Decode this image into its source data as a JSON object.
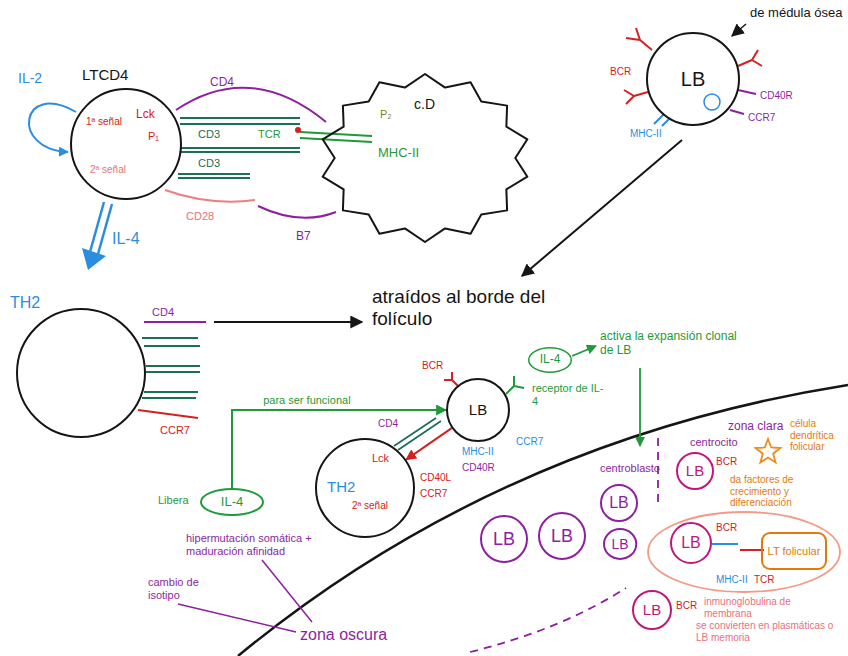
{
  "diagram": {
    "nodes": [
      {
        "text": [
          "LTCD4",
          "1ª señal",
          "Lck",
          "2ª señal"
        ]
      },
      {
        "text": [
          "c.D"
        ]
      },
      {
        "text": [
          "LB"
        ]
      },
      {
        "text": [
          "TH2"
        ]
      },
      {
        "text": [
          "TH2"
        ]
      },
      {
        "text": [
          "LB"
        ]
      },
      {
        "text": [
          "Libera",
          "IL-4"
        ]
      },
      {
        "text": [
          "IL-4"
        ]
      },
      {
        "text": [
          "LB"
        ]
      },
      {
        "text": [
          "LB"
        ]
      },
      {
        "text": [
          "LB"
        ]
      },
      {
        "text": [
          "LB"
        ]
      },
      {
        "text": [
          "LB"
        ]
      },
      {
        "text": [
          "LB"
        ]
      },
      {
        "text": [
          "LT folicular"
        ]
      },
      {
        "text": [
          "LB"
        ]
      }
    ],
    "edges": [
      {
        "from": 6,
        "to": 5,
        "arrow": "to",
        "label": "para ser funcional"
      },
      {
        "from": 5,
        "to": 4,
        "arrow": "to"
      }
    ],
    "labels": [
      "IL-2",
      "IL-4",
      "P₁",
      "CD4",
      "CD3",
      "CD3",
      "TCR",
      "MHC-II",
      "P₂",
      "CD28",
      "B7",
      "de médula ósea",
      "BCR",
      "CD40R",
      "CCR7",
      "MHC-II",
      "CD4",
      "CCR7",
      "atraídos al borde del folículo",
      "activa la expansión clonal de LB",
      "receptor de IL-4",
      "CD4",
      "Lck",
      "2ª señal",
      "CD40L",
      "CCR7",
      "BCR",
      "MHC-II",
      "CD40R",
      "CCR7",
      "centroblasto",
      "zona clara",
      "centrocito",
      "célula dendrítica folicular",
      "BCR",
      "da factores de crecimiento y diferenciación",
      "BCR",
      "MHC-II",
      "TCR",
      "BCR",
      "inmunoglobulina de membrana",
      "se convierten en plasmáticas o LB memoria",
      "hipermutación somática + maduración afinidad",
      "cambio de isotipo",
      "zona oscura"
    ]
  }
}
